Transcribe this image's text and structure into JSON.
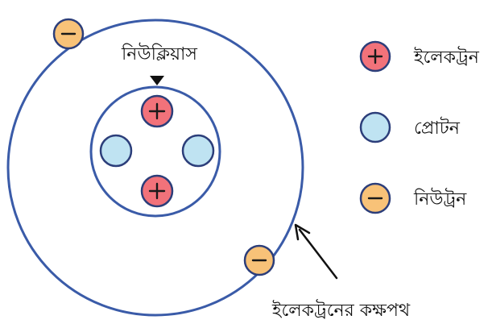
{
  "diagram": {
    "nucleus_label": "নিউক্লিয়াস",
    "orbit_label": "ইলেকট্রনের কক্ষপথ"
  },
  "legend": {
    "items": [
      {
        "label": "ইলেকট্রন",
        "kind": "positive"
      },
      {
        "label": "প্রোটন",
        "kind": "neutral"
      },
      {
        "label": "নিউট্রন",
        "kind": "negative"
      }
    ]
  },
  "colors": {
    "orbit": "#3a5ba8",
    "positive": "#f2727a",
    "neutral": "#bfe3f2",
    "negative": "#f8c278",
    "stroke": "#2c3e7a"
  }
}
